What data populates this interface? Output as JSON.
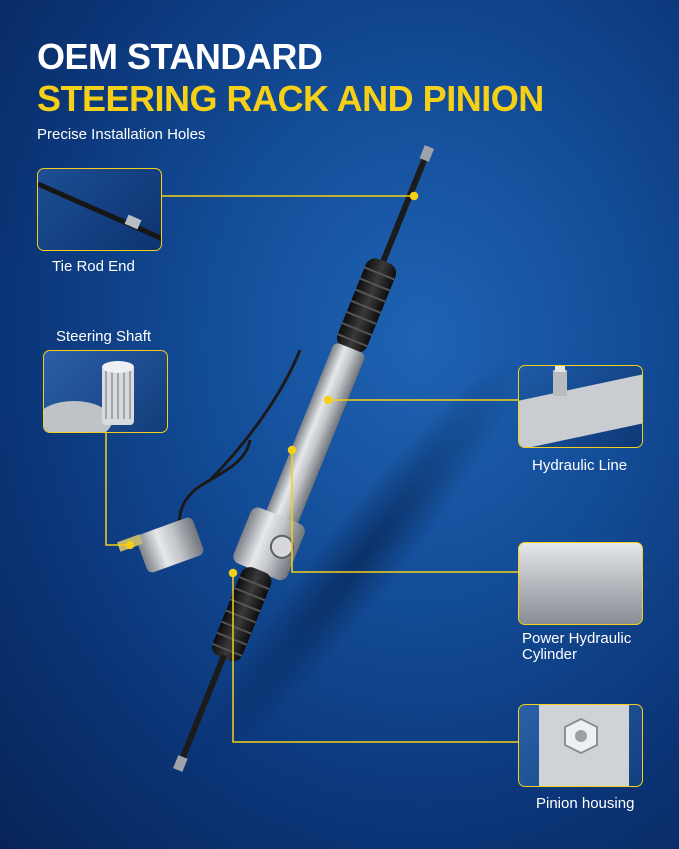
{
  "header": {
    "title_line1": "OEM STANDARD",
    "title_line2": "STEERING RACK AND PINION",
    "subtitle": "Precise Installation Holes"
  },
  "callouts": {
    "tie_rod_end": "Tie Rod End",
    "steering_shaft": "Steering Shaft",
    "hydraulic_line": "Hydraulic Line",
    "power_cylinder_line1": "Power Hydraulic",
    "power_cylinder_line2": "Cylinder",
    "pinion_housing": "Pinion housing"
  },
  "colors": {
    "accent": "#f5d016",
    "background": "#134d98",
    "text": "#ffffff"
  }
}
